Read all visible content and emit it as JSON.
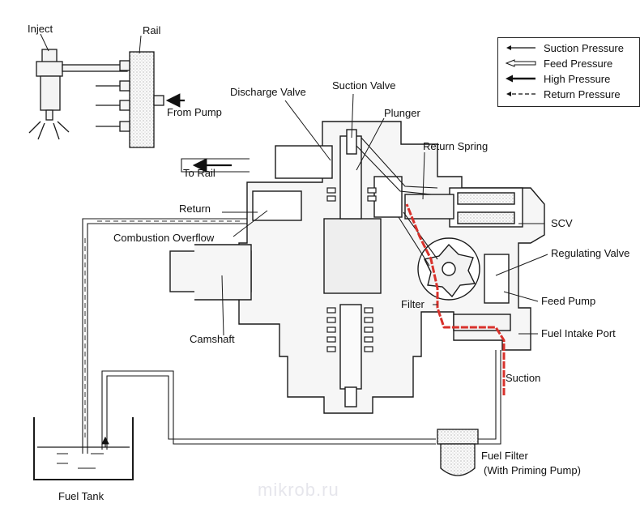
{
  "labels": {
    "inject": "Inject",
    "rail": "Rail",
    "from_pump": "From Pump",
    "discharge_valve": "Discharge Valve",
    "suction_valve": "Suction Valve",
    "plunger": "Plunger",
    "return_spring": "Return Spring",
    "to_rail": "To Rail",
    "return": "Return",
    "combustion_overflow": "Combustion Overflow",
    "scv": "SCV",
    "regulating_valve": "Regulating Valve",
    "filter": "Filter",
    "feed_pump": "Feed Pump",
    "camshaft": "Camshaft",
    "fuel_intake_port": "Fuel Intake Port",
    "suction": "Suction",
    "fuel_filter": "Fuel Filter",
    "with_priming_pump": "(With Priming Pump)",
    "fuel_tank": "Fuel Tank"
  },
  "legend": {
    "suction_pressure": "Suction Pressure",
    "feed_pressure": "Feed Pressure",
    "high_pressure": "High Pressure",
    "return_pressure": "Return Pressure"
  },
  "watermark": "mikrob.ru",
  "colors": {
    "suction_path": "#d8312b",
    "line": "#1a1a1a",
    "fill": "#f4f4f4",
    "stipple": "#dcdcdc"
  }
}
